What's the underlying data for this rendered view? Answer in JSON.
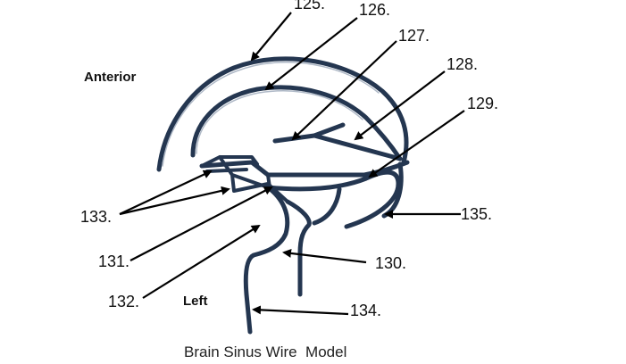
{
  "orientation": {
    "anterior": "Anterior",
    "left": "Left"
  },
  "caption": "Brain Sinus Wire  Model",
  "labels": {
    "l125": "125.",
    "l126": "126.",
    "l127": "127.",
    "l128": "128.",
    "l129": "129.",
    "l130": "130.",
    "l131": "131.",
    "l132": "132.",
    "l133": "133.",
    "l134": "134.",
    "l135": "135."
  },
  "colors": {
    "wire": "#243650",
    "arrow": "#000000"
  }
}
